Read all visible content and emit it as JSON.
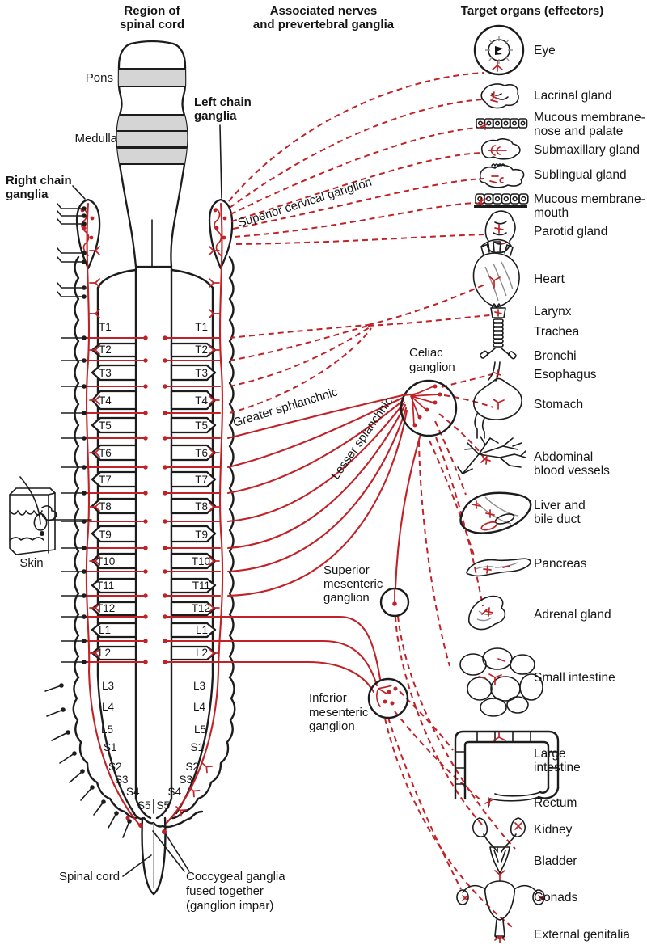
{
  "headers": {
    "region_1": "Region of",
    "region_2": "spinal cord",
    "nerves_1": "Associated nerves",
    "nerves_2": "and prevertebral ganglia",
    "targets": "Target organs (effectors)"
  },
  "brainstem": {
    "pons": "Pons",
    "medulla": "Medulla"
  },
  "chain_labels": {
    "right_1": "Right chain",
    "right_2": "ganglia",
    "left_1": "Left chain",
    "left_2": "ganglia"
  },
  "ganglia": {
    "superior_cervical": "Superior cervical ganglion",
    "celiac_1": "Celiac",
    "celiac_2": "ganglion",
    "sup_mes_1": "Superior",
    "sup_mes_2": "mesenteric",
    "sup_mes_3": "ganglion",
    "inf_mes_1": "Inferior",
    "inf_mes_2": "mesenteric",
    "inf_mes_3": "ganglion"
  },
  "nerves": {
    "greater": "Greater sphlanchnic",
    "lesser": "Lesser splanchnic"
  },
  "segments": [
    "T1",
    "T2",
    "T3",
    "T4",
    "T5",
    "T6",
    "T7",
    "T8",
    "T9",
    "T10",
    "T11",
    "T12",
    "L1",
    "L2",
    "L3",
    "L4",
    "L5",
    "S1",
    "S2",
    "S3",
    "S4",
    "S5"
  ],
  "annotations": {
    "skin": "Skin",
    "spinal_cord": "Spinal cord",
    "coccygeal_1": "Coccygeal ganglia",
    "coccygeal_2": "fused together",
    "coccygeal_3": "(ganglion impar)"
  },
  "organs": [
    {
      "l1": "Eye"
    },
    {
      "l1": "Lacrinal gland"
    },
    {
      "l1": "Mucous membrane-",
      "l2": "nose and palate"
    },
    {
      "l1": "Submaxillary gland"
    },
    {
      "l1": "Sublingual gland"
    },
    {
      "l1": "Mucous membrane-",
      "l2": "mouth"
    },
    {
      "l1": "Parotid gland"
    },
    {
      "l1": "Heart"
    },
    {
      "l1": "Larynx"
    },
    {
      "l1": "Trachea"
    },
    {
      "l1": "Bronchi"
    },
    {
      "l1": "Esophagus"
    },
    {
      "l1": "Stomach"
    },
    {
      "l1": "Abdominal",
      "l2": "blood vessels"
    },
    {
      "l1": "Liver and",
      "l2": "bile duct"
    },
    {
      "l1": "Pancreas"
    },
    {
      "l1": "Adrenal gland"
    },
    {
      "l1": "Small intestine"
    },
    {
      "l1": "Large",
      "l2": "intestine"
    },
    {
      "l1": "Rectum"
    },
    {
      "l1": "Kidney"
    },
    {
      "l1": "Bladder"
    },
    {
      "l1": "Gonads"
    },
    {
      "l1": "External genitalia"
    }
  ],
  "colors": {
    "nerve_red": "#c12227",
    "outline": "#1c1c1c",
    "band_gray": "#d5d5d5"
  }
}
